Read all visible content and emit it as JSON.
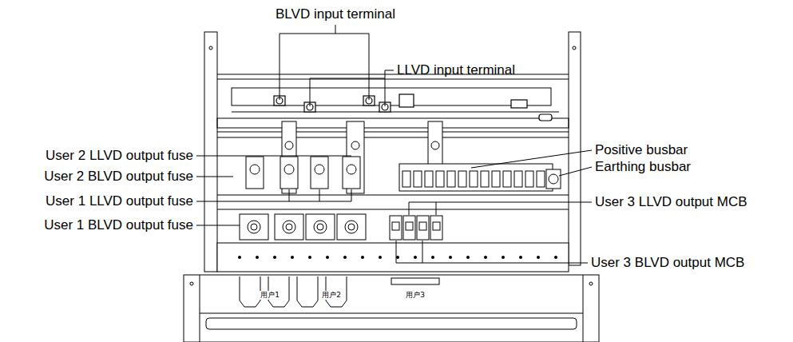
{
  "diagram": {
    "labels": [
      "BLVD input terminal",
      "LLVD input terminal",
      "User 2 LLVD output fuse",
      "User 2 BLVD output fuse",
      "User 1 LLVD output fuse",
      "User 1 BLVD output fuse",
      "Positive busbar",
      "Earthing busbar",
      "User 3 LLVD output MCB",
      "User 3 BLVD output MCB",
      "用户1",
      "用户2",
      "用户3"
    ]
  }
}
